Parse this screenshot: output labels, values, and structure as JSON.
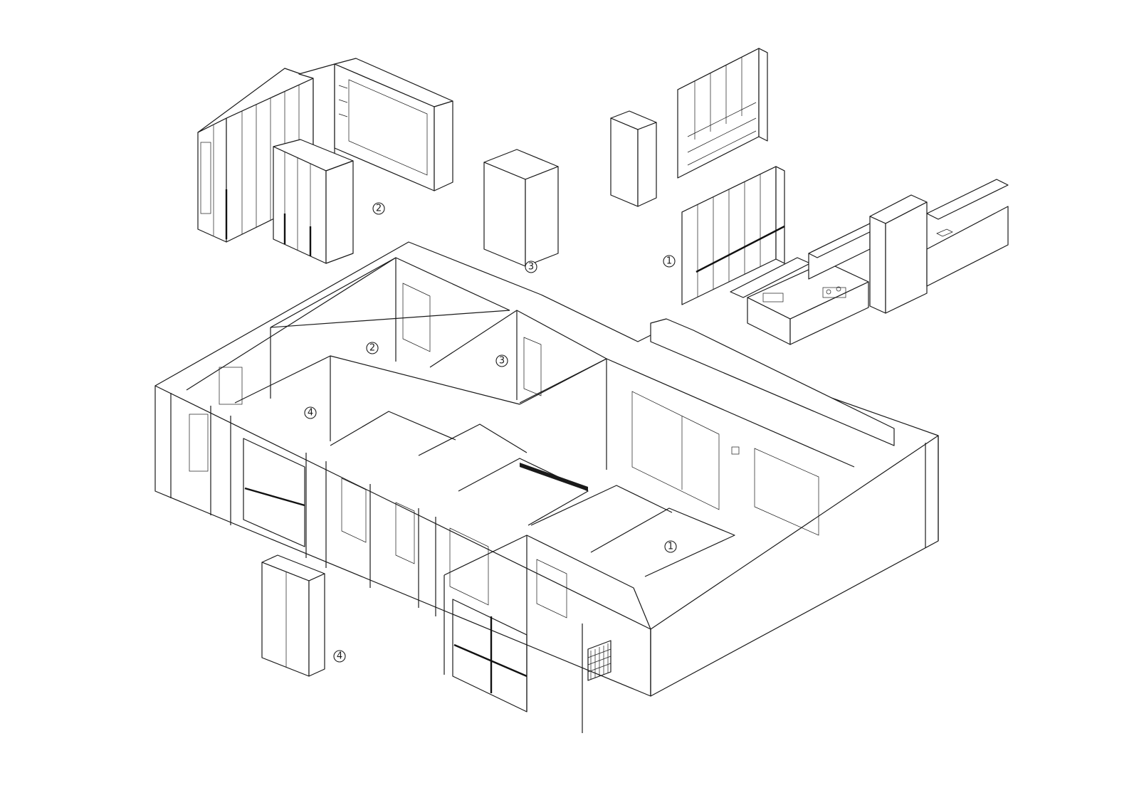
{
  "markers": [
    {
      "id": "m1a",
      "label": "1"
    },
    {
      "id": "m1b",
      "label": "1"
    },
    {
      "id": "m2a",
      "label": "2"
    },
    {
      "id": "m2b",
      "label": "2"
    },
    {
      "id": "m3a",
      "label": "3"
    },
    {
      "id": "m3b",
      "label": "3"
    },
    {
      "id": "m4a",
      "label": "4"
    },
    {
      "id": "m4b",
      "label": "4"
    }
  ],
  "colors": {
    "line": "#1a1a1a",
    "background": "#ffffff"
  }
}
